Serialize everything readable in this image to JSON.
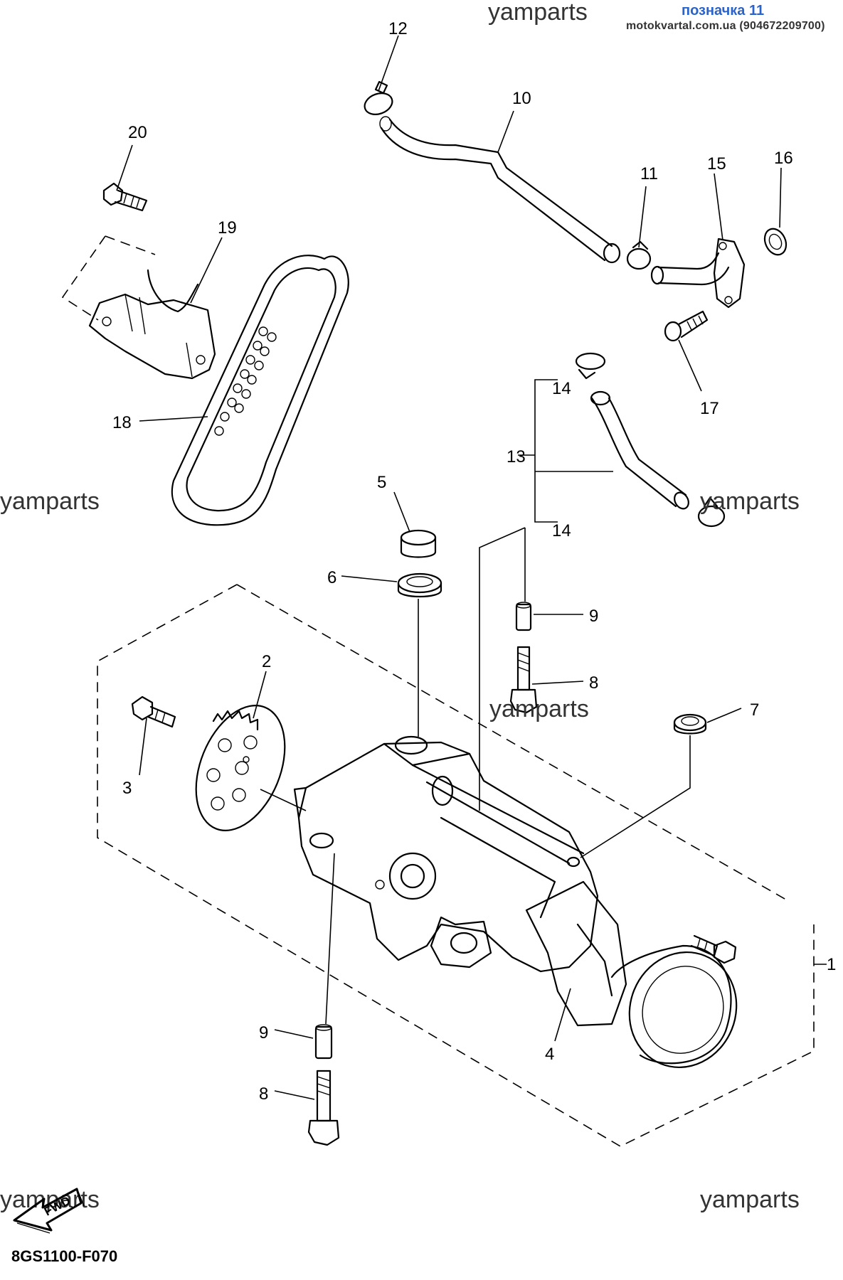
{
  "header": {
    "tag": "позначка 11",
    "site": "motokvartal.com.ua (904672209700)"
  },
  "watermarks": [
    "yamparts",
    "yamparts",
    "yamparts",
    "yamparts",
    "yamparts",
    "yamparts"
  ],
  "fwd_label": "FWD",
  "diagram_code": "8GS1100-F070",
  "callouts": [
    "1",
    "2",
    "3",
    "4",
    "5",
    "6",
    "7",
    "8",
    "8",
    "9",
    "9",
    "10",
    "11",
    "12",
    "13",
    "14",
    "14",
    "15",
    "16",
    "17",
    "18",
    "19",
    "20"
  ],
  "icons": [
    "fwd-arrow-icon"
  ]
}
